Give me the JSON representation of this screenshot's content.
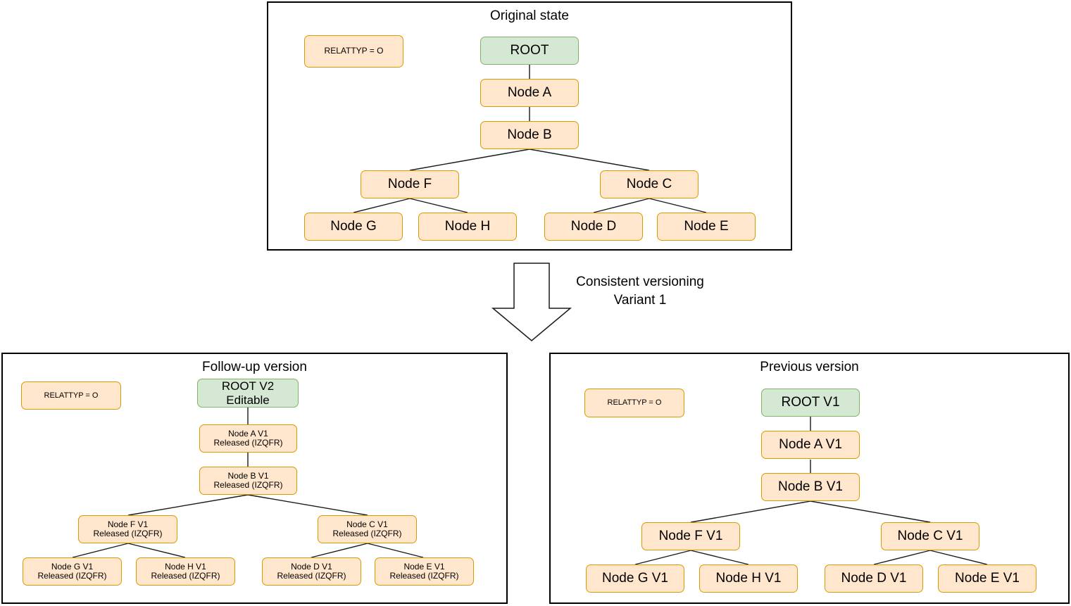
{
  "diagram": {
    "arrow_label_line1": "Consistent versioning",
    "arrow_label_line2": "Variant 1",
    "colors": {
      "node_fill_orange": "#ffe6cc",
      "node_stroke_orange": "#d79b00",
      "node_fill_green": "#d5e8d4",
      "node_stroke_green": "#82b366",
      "panel_border": "#000000",
      "edge": "#1a1a1a",
      "background": "#ffffff"
    }
  },
  "panel_original": {
    "title": "Original state",
    "legend": "RELATTYP = O",
    "nodes": {
      "root": "ROOT",
      "a": "Node A",
      "b": "Node B",
      "f": "Node F",
      "c": "Node C",
      "g": "Node G",
      "h": "Node H",
      "d": "Node D",
      "e": "Node E"
    }
  },
  "panel_followup": {
    "title": "Follow-up version",
    "legend": "RELATTYP = O",
    "nodes": {
      "root": {
        "line1": "ROOT V2",
        "line2": "Editable"
      },
      "a": {
        "line1": "Node A V1",
        "line2": "Released (IZQFR)"
      },
      "b": {
        "line1": "Node B V1",
        "line2": "Released (IZQFR)"
      },
      "f": {
        "line1": "Node F V1",
        "line2": "Released (IZQFR)"
      },
      "c": {
        "line1": "Node C V1",
        "line2": "Released (IZQFR)"
      },
      "g": {
        "line1": "Node G V1",
        "line2": "Released (IZQFR)"
      },
      "h": {
        "line1": "Node H V1",
        "line2": "Released (IZQFR)"
      },
      "d": {
        "line1": "Node D V1",
        "line2": "Released (IZQFR)"
      },
      "e": {
        "line1": "Node E V1",
        "line2": "Released (IZQFR)"
      }
    }
  },
  "panel_previous": {
    "title": "Previous version",
    "legend": "RELATTYP = O",
    "nodes": {
      "root": "ROOT V1",
      "a": "Node A V1",
      "b": "Node B V1",
      "f": "Node F V1",
      "c": "Node C V1",
      "g": "Node G V1",
      "h": "Node H V1",
      "d": "Node D V1",
      "e": "Node E V1"
    }
  }
}
